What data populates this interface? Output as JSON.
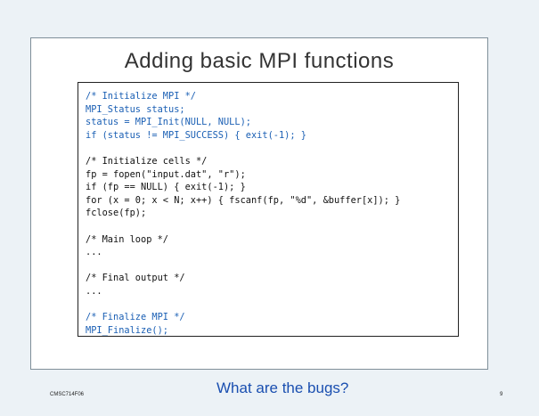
{
  "slide": {
    "title": "Adding basic MPI functions",
    "code_lines": [
      {
        "text": "/* Initialize MPI */",
        "color": "blue"
      },
      {
        "text": "MPI_Status status;",
        "color": "blue"
      },
      {
        "text": "status = MPI_Init(NULL, NULL);",
        "color": "blue"
      },
      {
        "text": "if (status != MPI_SUCCESS) { exit(-1); }",
        "color": "blue"
      },
      {
        "text": "",
        "color": "black"
      },
      {
        "text": "/* Initialize cells */",
        "color": "black"
      },
      {
        "text": "fp = fopen(\"input.dat\", \"r\");",
        "color": "black"
      },
      {
        "text": "if (fp == NULL) { exit(-1); }",
        "color": "black"
      },
      {
        "text": "for (x = 0; x < N; x++) { fscanf(fp, \"%d\", &buffer[x]); }",
        "color": "black"
      },
      {
        "text": "fclose(fp);",
        "color": "black"
      },
      {
        "text": "",
        "color": "black"
      },
      {
        "text": "/* Main loop */",
        "color": "black"
      },
      {
        "text": "...",
        "color": "black"
      },
      {
        "text": "",
        "color": "black"
      },
      {
        "text": "/* Final output */",
        "color": "black"
      },
      {
        "text": "...",
        "color": "black"
      },
      {
        "text": "",
        "color": "black"
      },
      {
        "text": "/* Finalize MPI */",
        "color": "blue"
      },
      {
        "text": "MPI_Finalize();",
        "color": "blue"
      }
    ],
    "question": "What are the bugs?",
    "footer_left": "CMSC714F06",
    "page_number": "9"
  },
  "colors": {
    "background": "#ecf2f6",
    "code_blue": "#1a5fb4",
    "question_blue": "#1a4fb0"
  }
}
